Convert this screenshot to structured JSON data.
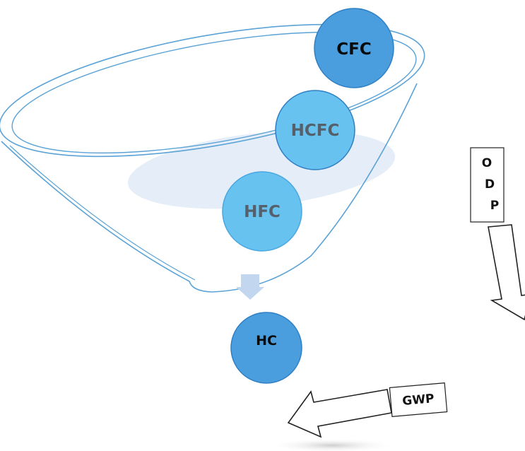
{
  "diagram": {
    "balls": [
      {
        "label": "CFC",
        "fill": "#4a9ede",
        "stroke": "#2f7fc4",
        "text_color": "#0a0a0a"
      },
      {
        "label": "HCFC",
        "fill": "#67c2f0",
        "stroke": "#2f7fc4",
        "text_color": "#55606b"
      },
      {
        "label": "HFC",
        "fill": "#67c2f0",
        "stroke": "#4aa7e0",
        "text_color": "#55606b"
      },
      {
        "label": "HC",
        "fill": "#4a9ede",
        "stroke": "#2f7fc4",
        "text_color": "#0a0a0a"
      }
    ],
    "odp": {
      "letters": [
        "O",
        "D",
        "P"
      ]
    },
    "gwp": {
      "label": "GWP"
    },
    "colors": {
      "funnel_line": "#5ba3d6",
      "funnel_shadow": "#dfe9f6",
      "neck_marker": "#c3d6ef",
      "arrow_stroke": "#222222"
    }
  }
}
